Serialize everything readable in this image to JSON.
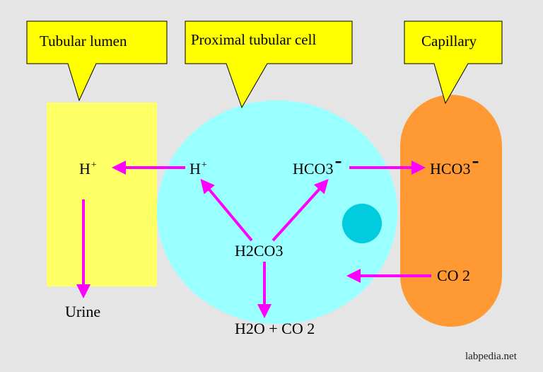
{
  "callouts": {
    "tubular_lumen": "Tubular lumen",
    "proximal_cell": "Proximal tubular cell",
    "capillary": "Capillary"
  },
  "labels": {
    "h_lumen": "H",
    "h_lumen_sup": "+",
    "h_cell": "H",
    "h_cell_sup": "+",
    "hco3_cell": "HCO3",
    "hco3_cell_charge": "-",
    "hco3_cap": "HCO3",
    "hco3_cap_charge": "-",
    "h2co3": "H2CO3",
    "h2o_co2": "H2O + CO 2",
    "co2_cap": "CO 2",
    "urine": "Urine"
  },
  "watermark": "labpedia.net",
  "colors": {
    "background": "#e5e5e5",
    "callout_fill": "#ffff00",
    "lumen_fill": "#ffff66",
    "cell_fill": "#99ffff",
    "nucleus_fill": "#00ccdd",
    "capillary_fill": "#ff9933",
    "arrow": "#ff00ff"
  }
}
